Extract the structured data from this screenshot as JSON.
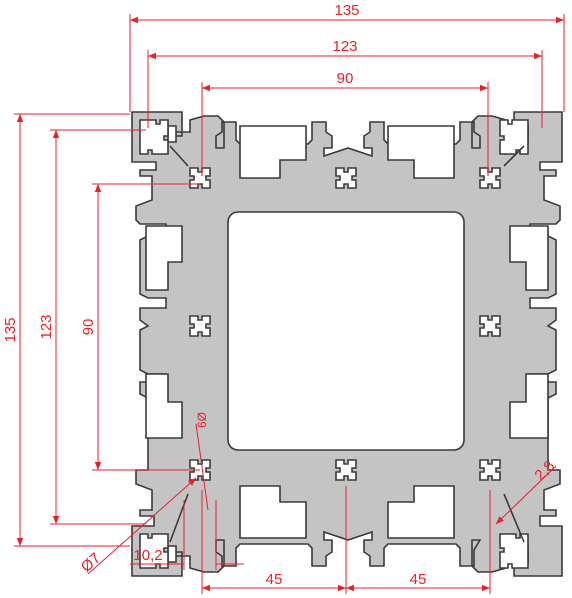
{
  "dimensions": {
    "overall_width": "135",
    "slot_spacing_width": "123",
    "inner_width": "90",
    "overall_height": "135",
    "slot_spacing_height": "123",
    "inner_height": "90",
    "bore_diameter": "Ø7",
    "center_hole": "6Ø",
    "offset": "10,2",
    "pitch_left": "45",
    "pitch_right": "45",
    "wall_thickness": "2,8"
  },
  "colors": {
    "dimension_line": "#e8202a",
    "profile_fill": "#c4c4c4",
    "profile_outline": "#3a3a3a"
  }
}
